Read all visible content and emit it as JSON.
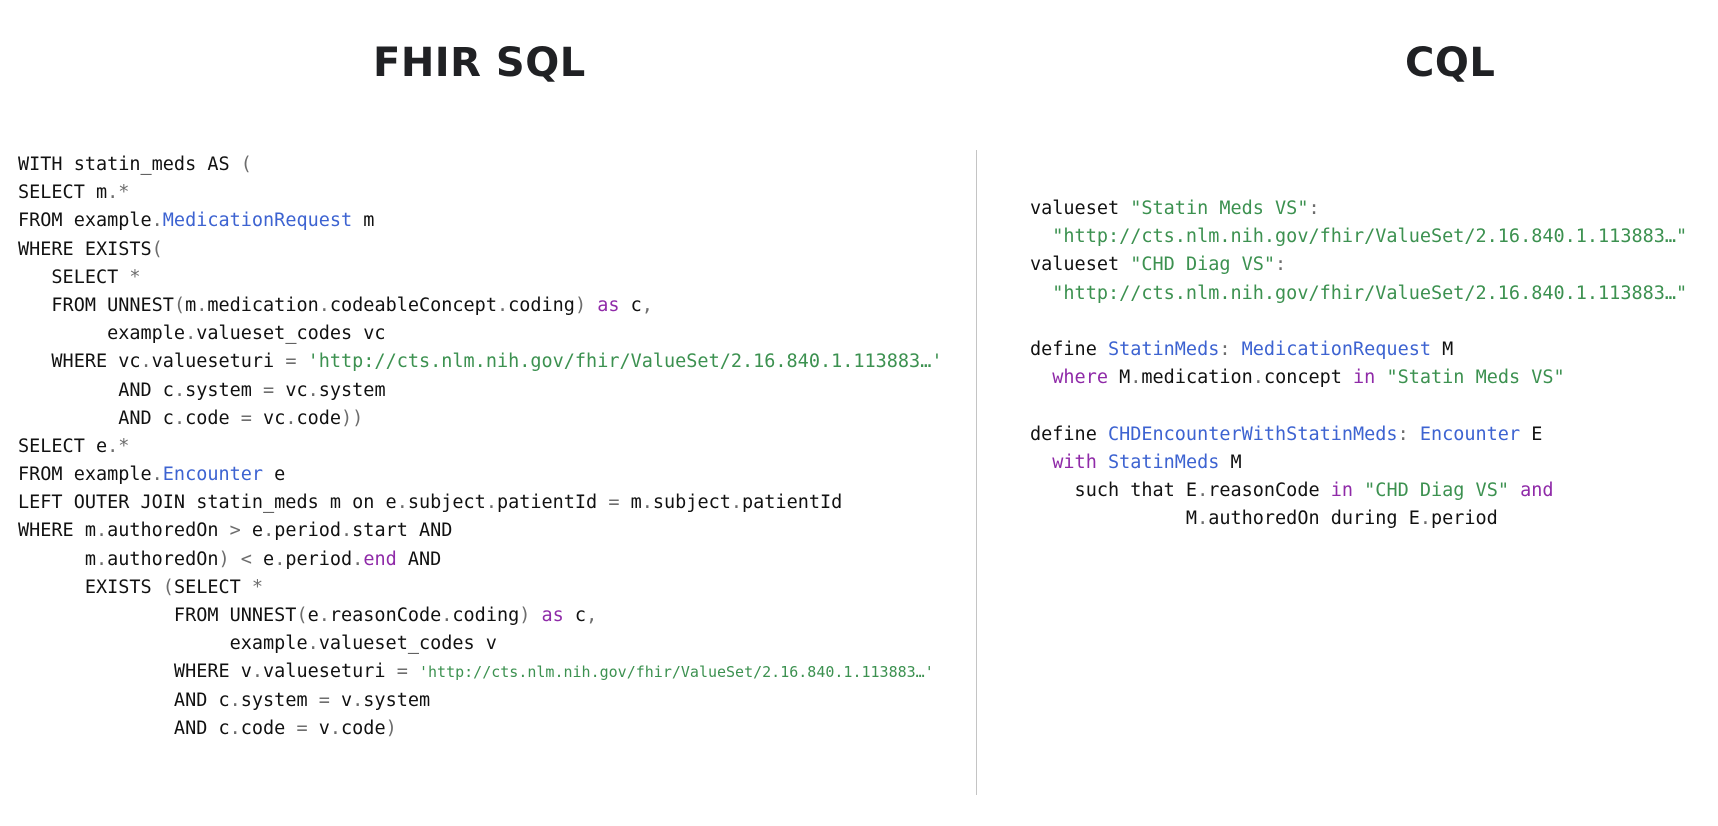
{
  "headings": {
    "left": "FHIR SQL",
    "right": "CQL"
  },
  "colors": {
    "keyword": "#8f2aa8",
    "type": "#3d63d1",
    "string": "#3c9150",
    "operator": "#6d6d6d",
    "text": "#111111",
    "divider": "#c4c4c4"
  },
  "sql_lines": [
    [
      [
        "",
        "WITH statin_meds AS "
      ],
      [
        "op",
        "("
      ]
    ],
    [
      [
        "",
        "SELECT m"
      ],
      [
        "op",
        ".*"
      ]
    ],
    [
      [
        "",
        "FROM example"
      ],
      [
        "op",
        "."
      ],
      [
        "tp",
        "MedicationRequest"
      ],
      [
        "",
        " m"
      ]
    ],
    [
      [
        "",
        "WHERE EXISTS"
      ],
      [
        "op",
        "("
      ]
    ],
    [
      [
        "",
        "   SELECT "
      ],
      [
        "op",
        "*"
      ]
    ],
    [
      [
        "",
        "   FROM UNNEST"
      ],
      [
        "op",
        "("
      ],
      [
        "",
        "m"
      ],
      [
        "op",
        "."
      ],
      [
        "",
        "medication"
      ],
      [
        "op",
        "."
      ],
      [
        "",
        "codeableConcept"
      ],
      [
        "op",
        "."
      ],
      [
        "",
        "coding"
      ],
      [
        "op",
        ")"
      ],
      [
        "",
        " "
      ],
      [
        "kw",
        "as"
      ],
      [
        "",
        " c"
      ],
      [
        "op",
        ","
      ]
    ],
    [
      [
        "",
        "        example"
      ],
      [
        "op",
        "."
      ],
      [
        "",
        "valueset_codes vc"
      ]
    ],
    [
      [
        "",
        "   WHERE vc"
      ],
      [
        "op",
        "."
      ],
      [
        "",
        "valueseturi "
      ],
      [
        "op",
        "="
      ],
      [
        "",
        " "
      ],
      [
        "st",
        "'http://cts.nlm.nih.gov/fhir/ValueSet/2.16.840.1.113883…'"
      ]
    ],
    [
      [
        "",
        "         AND c"
      ],
      [
        "op",
        "."
      ],
      [
        "",
        "system "
      ],
      [
        "op",
        "="
      ],
      [
        "",
        " vc"
      ],
      [
        "op",
        "."
      ],
      [
        "",
        "system"
      ]
    ],
    [
      [
        "",
        "         AND c"
      ],
      [
        "op",
        "."
      ],
      [
        "",
        "code "
      ],
      [
        "op",
        "="
      ],
      [
        "",
        " vc"
      ],
      [
        "op",
        "."
      ],
      [
        "",
        "code"
      ],
      [
        "op",
        "))"
      ]
    ],
    [
      [
        "",
        "SELECT e"
      ],
      [
        "op",
        ".*"
      ]
    ],
    [
      [
        "",
        "FROM example"
      ],
      [
        "op",
        "."
      ],
      [
        "tp",
        "Encounter"
      ],
      [
        "",
        " e"
      ]
    ],
    [
      [
        "",
        "LEFT OUTER JOIN statin_meds m on e"
      ],
      [
        "op",
        "."
      ],
      [
        "",
        "subject"
      ],
      [
        "op",
        "."
      ],
      [
        "",
        "patientId "
      ],
      [
        "op",
        "="
      ],
      [
        "",
        " m"
      ],
      [
        "op",
        "."
      ],
      [
        "",
        "subject"
      ],
      [
        "op",
        "."
      ],
      [
        "",
        "patientId"
      ]
    ],
    [
      [
        "",
        "WHERE m"
      ],
      [
        "op",
        "."
      ],
      [
        "",
        "authoredOn "
      ],
      [
        "op",
        ">"
      ],
      [
        "",
        " e"
      ],
      [
        "op",
        "."
      ],
      [
        "",
        "period"
      ],
      [
        "op",
        "."
      ],
      [
        "",
        "start AND"
      ]
    ],
    [
      [
        "",
        "      m"
      ],
      [
        "op",
        "."
      ],
      [
        "",
        "authoredOn"
      ],
      [
        "op",
        ")"
      ],
      [
        "",
        " "
      ],
      [
        "op",
        "<"
      ],
      [
        "",
        " e"
      ],
      [
        "op",
        "."
      ],
      [
        "",
        "period"
      ],
      [
        "op",
        "."
      ],
      [
        "kw",
        "end"
      ],
      [
        "",
        " AND"
      ]
    ],
    [
      [
        "",
        "      EXISTS "
      ],
      [
        "op",
        "("
      ],
      [
        "",
        "SELECT "
      ],
      [
        "op",
        "*"
      ]
    ],
    [
      [
        "",
        "              FROM UNNEST"
      ],
      [
        "op",
        "("
      ],
      [
        "",
        "e"
      ],
      [
        "op",
        "."
      ],
      [
        "",
        "reasonCode"
      ],
      [
        "op",
        "."
      ],
      [
        "",
        "coding"
      ],
      [
        "op",
        ")"
      ],
      [
        "",
        " "
      ],
      [
        "kw",
        "as"
      ],
      [
        "",
        " c"
      ],
      [
        "op",
        ","
      ]
    ],
    [
      [
        "",
        "                   example"
      ],
      [
        "op",
        "."
      ],
      [
        "",
        "valueset_codes v"
      ]
    ],
    [
      [
        "",
        "              WHERE v"
      ],
      [
        "op",
        "."
      ],
      [
        "",
        "valueseturi "
      ],
      [
        "op",
        "="
      ],
      [
        "",
        " "
      ],
      [
        "st small",
        "'http://cts.nlm.nih.gov/fhir/ValueSet/2.16.840.1.113883…'"
      ]
    ],
    [
      [
        "",
        "              AND c"
      ],
      [
        "op",
        "."
      ],
      [
        "",
        "system "
      ],
      [
        "op",
        "="
      ],
      [
        "",
        " v"
      ],
      [
        "op",
        "."
      ],
      [
        "",
        "system"
      ]
    ],
    [
      [
        "",
        "              AND c"
      ],
      [
        "op",
        "."
      ],
      [
        "",
        "code "
      ],
      [
        "op",
        "="
      ],
      [
        "",
        " v"
      ],
      [
        "op",
        "."
      ],
      [
        "",
        "code"
      ],
      [
        "op",
        ")"
      ]
    ]
  ],
  "cql_lines": [
    [
      [
        "",
        "valueset "
      ],
      [
        "st",
        "\"Statin Meds VS\""
      ],
      [
        "op",
        ":"
      ]
    ],
    [
      [
        "",
        "  "
      ],
      [
        "st",
        "\"http://cts.nlm.nih.gov/fhir/ValueSet/2.16.840.1.113883…\""
      ]
    ],
    [
      [
        "",
        "valueset "
      ],
      [
        "st",
        "\"CHD Diag VS\""
      ],
      [
        "op",
        ":"
      ]
    ],
    [
      [
        "",
        "  "
      ],
      [
        "st",
        "\"http://cts.nlm.nih.gov/fhir/ValueSet/2.16.840.1.113883…\""
      ]
    ],
    [],
    [
      [
        "",
        "define "
      ],
      [
        "tp",
        "StatinMeds"
      ],
      [
        "op",
        ":"
      ],
      [
        "",
        " "
      ],
      [
        "tp",
        "MedicationRequest"
      ],
      [
        "",
        " M"
      ]
    ],
    [
      [
        "",
        "  "
      ],
      [
        "kw",
        "where"
      ],
      [
        "",
        " M"
      ],
      [
        "op",
        "."
      ],
      [
        "",
        "medication"
      ],
      [
        "op",
        "."
      ],
      [
        "",
        "concept "
      ],
      [
        "kw",
        "in"
      ],
      [
        "",
        " "
      ],
      [
        "st",
        "\"Statin Meds VS\""
      ]
    ],
    [],
    [
      [
        "",
        "define "
      ],
      [
        "tp",
        "CHDEncounterWithStatinMeds"
      ],
      [
        "op",
        ":"
      ],
      [
        "",
        " "
      ],
      [
        "tp",
        "Encounter"
      ],
      [
        "",
        " E"
      ]
    ],
    [
      [
        "",
        "  "
      ],
      [
        "kw",
        "with"
      ],
      [
        "",
        " "
      ],
      [
        "tp",
        "StatinMeds"
      ],
      [
        "",
        " M"
      ]
    ],
    [
      [
        "",
        "    such that E"
      ],
      [
        "op",
        "."
      ],
      [
        "",
        "reasonCode "
      ],
      [
        "kw",
        "in"
      ],
      [
        "",
        " "
      ],
      [
        "st",
        "\"CHD Diag VS\""
      ],
      [
        "",
        " "
      ],
      [
        "kw",
        "and"
      ]
    ],
    [
      [
        "",
        "              M"
      ],
      [
        "op",
        "."
      ],
      [
        "",
        "authoredOn during E"
      ],
      [
        "op",
        "."
      ],
      [
        "",
        "period"
      ]
    ]
  ]
}
